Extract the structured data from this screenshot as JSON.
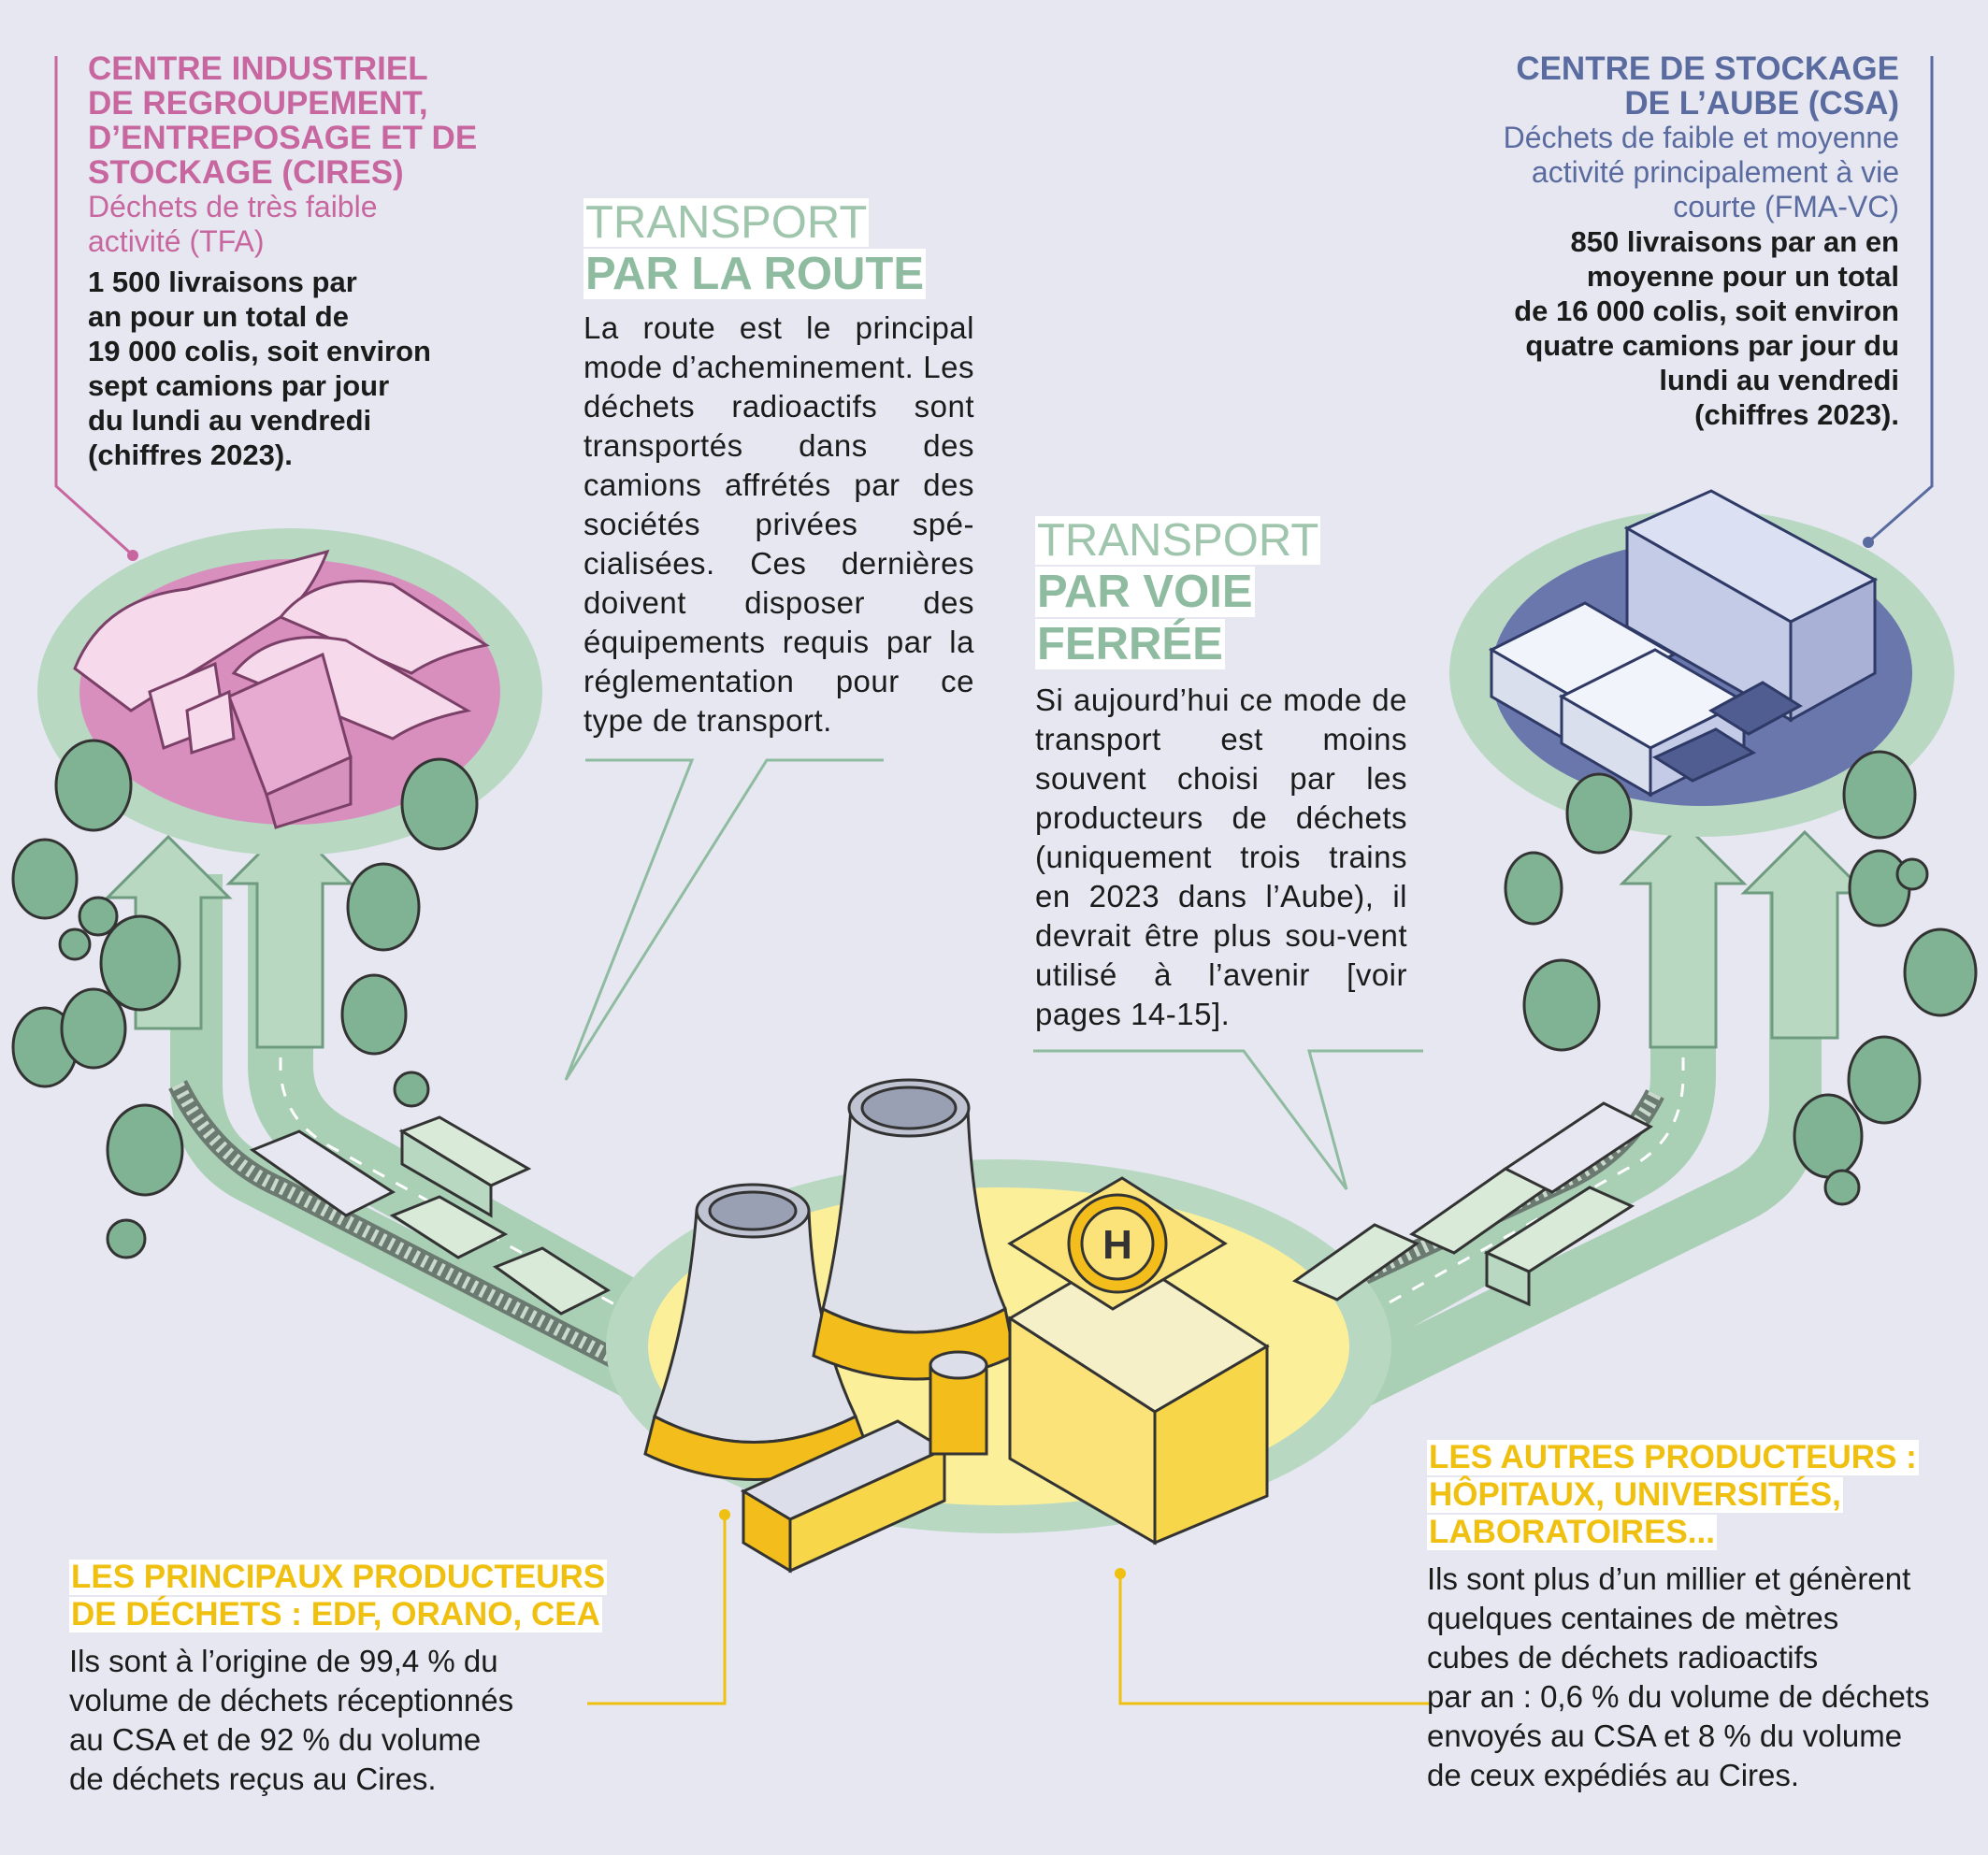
{
  "cires": {
    "title_lines": [
      "CENTRE INDUSTRIEL",
      "DE REGROUPEMENT,",
      "D’ENTREPOSAGE ET DE",
      "STOCKAGE (CIRES)"
    ],
    "subtitle_lines": [
      "Déchets de très faible",
      "activité (TFA)"
    ],
    "body_lines": [
      "1 500 livraisons par",
      "an pour un total de",
      "19 000 colis, soit environ",
      "sept camions par jour",
      "du lundi au vendredi",
      "(chiffres 2023)."
    ]
  },
  "csa": {
    "title_lines": [
      "CENTRE DE STOCKAGE",
      "DE L’AUBE (CSA)"
    ],
    "subtitle_lines": [
      "Déchets de faible et moyenne",
      "activité principalement à vie",
      "courte (FMA-VC)"
    ],
    "body_lines": [
      "850 livraisons par an en",
      "moyenne pour un total",
      "de 16 000 colis, soit environ",
      "quatre camions par jour du",
      "lundi au vendredi",
      "(chiffres 2023)."
    ]
  },
  "road": {
    "heading_light": "TRANSPORT",
    "heading_bold": "PAR LA ROUTE",
    "body": "La route est le principal mode d’acheminement. Les déchets radioactifs sont transportés dans des camions affrétés par des sociétés privées spé-cialisées. Ces dernières doivent disposer des équipements requis par la réglementation pour ce type de transport."
  },
  "rail": {
    "heading_light": "TRANSPORT",
    "heading_bold_lines": [
      "PAR VOIE",
      "FERRÉE"
    ],
    "body": "Si aujourd’hui ce mode de transport est moins souvent choisi par les producteurs de déchets (uniquement trois trains en 2023 dans l’Aube), il devrait être plus sou-vent utilisé à l’avenir [voir pages 14-15]."
  },
  "main_producers": {
    "title_lines": [
      "LES PRINCIPAUX PRODUCTEURS",
      "DE DÉCHETS : EDF, ORANO, CEA"
    ],
    "body_lines": [
      "Ils sont à l’origine de 99,4 % du",
      "volume de déchets réceptionnés",
      "au CSA et de 92 % du volume",
      "de déchets reçus au Cires."
    ]
  },
  "other_producers": {
    "title_lines": [
      "LES AUTRES PRODUCTEURS :",
      "HÔPITAUX, UNIVERSITÉS,",
      "LABORATOIRES..."
    ],
    "body_lines": [
      "Ils sont plus d’un millier et génèrent",
      "quelques centaines de mètres",
      "cubes de déchets radioactifs",
      "par an : 0,6 % du volume de déchets",
      "envoyés au CSA et 8 % du volume",
      "de ceux expédiés au Cires."
    ]
  },
  "colors": {
    "background": "#e6e7f1",
    "cires_pink": "#c8679f",
    "csa_blue": "#5a6ba0",
    "transport_green": "#8fbca0",
    "producer_yellow": "#f0c010"
  }
}
